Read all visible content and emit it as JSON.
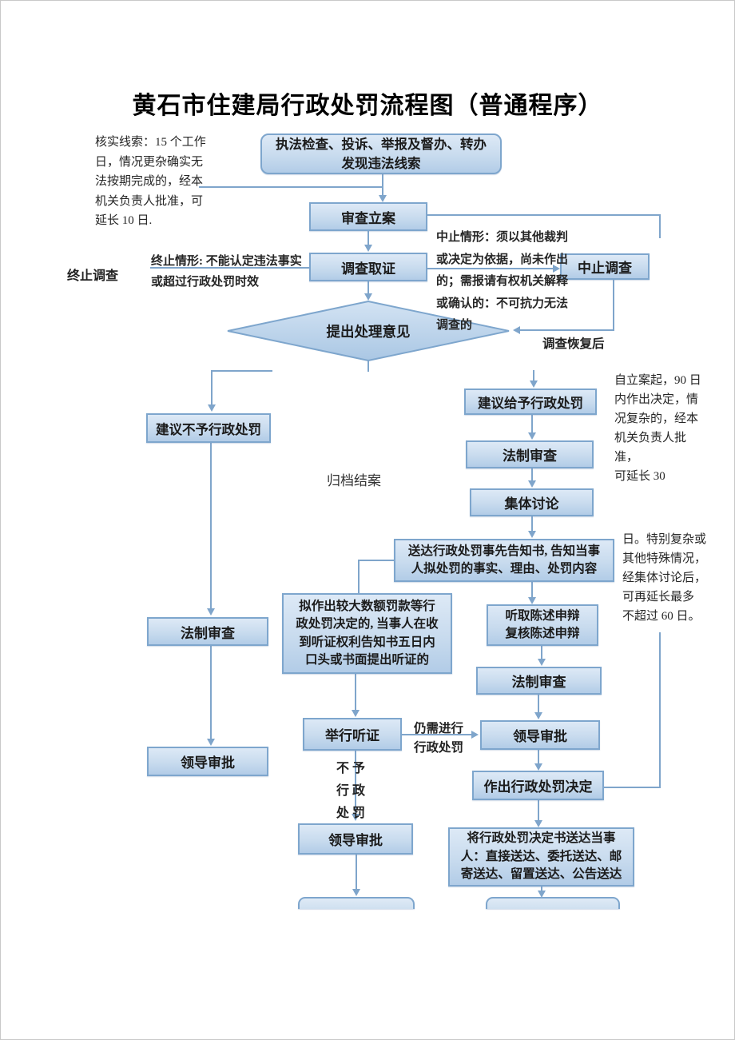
{
  "title": "黄石市住建局行政处罚流程图（普通程序）",
  "colors": {
    "box_border": "#7ea6cd",
    "box_fill_top": "#dde9f6",
    "box_fill_bottom": "#b2cce7",
    "connector": "#7fa5cb",
    "text": "#1b1b1b"
  },
  "nodes": {
    "start": {
      "lines": [
        "执法检查、投诉、举报及督办、转办",
        "发现违法线索"
      ]
    },
    "review_filing": {
      "label": "审查立案"
    },
    "investigation": {
      "label": "调查取证"
    },
    "suspend_investigation": {
      "label": "中止调查"
    },
    "decision_diamond": {
      "label": "提出处理意见"
    },
    "suggest_no_penalty": {
      "label": "建议不予行政处罚"
    },
    "suggest_penalty": {
      "label": "建议给予行政处罚"
    },
    "legal_review_right": {
      "label": "法制审查"
    },
    "group_discussion": {
      "label": "集体讨论"
    },
    "serve_notice": {
      "lines": [
        "送达行政处罚事先告知书, 告知当事",
        "人拟处罚的事实、理由、处罚内容"
      ]
    },
    "hearing_condition": {
      "lines": [
        "拟作出较大数额罚款等行",
        "政处罚决定的, 当事人在收",
        "到听证权利告知书五日内",
        "口头或书面提出听证的"
      ]
    },
    "hear_statement": {
      "lines": [
        "听取陈述申辩",
        "复核陈述申辩"
      ]
    },
    "legal_review_lower": {
      "label": "法制审查"
    },
    "legal_review_left": {
      "label": "法制审查"
    },
    "hold_hearing": {
      "label": "举行听证"
    },
    "leader_approval_right": {
      "label": "领导审批"
    },
    "leader_approval_left": {
      "label": "领导审批"
    },
    "make_decision": {
      "label": "作出行政处罚决定"
    },
    "leader_approval_bottom": {
      "label": "领导审批"
    },
    "serve_decision": {
      "lines": [
        "将行政处罚决定书送达当事",
        "人：直接送达、委托送达、邮",
        "寄送达、留置送达、公告送达"
      ]
    }
  },
  "annotations": {
    "verify_clue_note": {
      "lines": [
        "核实线索：15 个工作",
        "日，情况更杂确实无",
        "法按期完成的，经本",
        "机关负责人批准，可",
        "延长 10 日."
      ]
    },
    "terminate_label": "终止调查",
    "terminate_condition": {
      "lines": [
        "终止情形: 不能认定违法事实",
        "或超过行政处罚时效"
      ]
    },
    "suspend_condition": {
      "lines": [
        "中止情形：须以其他裁判",
        "或决定为依据，尚未作出",
        "的；需报请有权机关解释",
        "或确认的：不可抗力无法",
        "调查的"
      ]
    },
    "resume_label": "调查恢复后",
    "archive_label": "归档结案",
    "deadline_note": {
      "lines": [
        "自立案起，90 日",
        "内作出决定，情",
        "况复杂的，经本",
        "机关负责人批准，",
        "可延长 30"
      ]
    },
    "extension_note": {
      "lines": [
        "日。特别复杂或",
        "其他特殊情况，",
        "经集体讨论后，",
        "可再延长最多",
        "不超过 60 日。"
      ]
    },
    "still_need": {
      "lines": [
        "仍需进行",
        "行政处罚"
      ]
    },
    "no_penalty_vertical": {
      "rows": [
        "不 予",
        "行 政",
        "处 罚"
      ]
    }
  }
}
